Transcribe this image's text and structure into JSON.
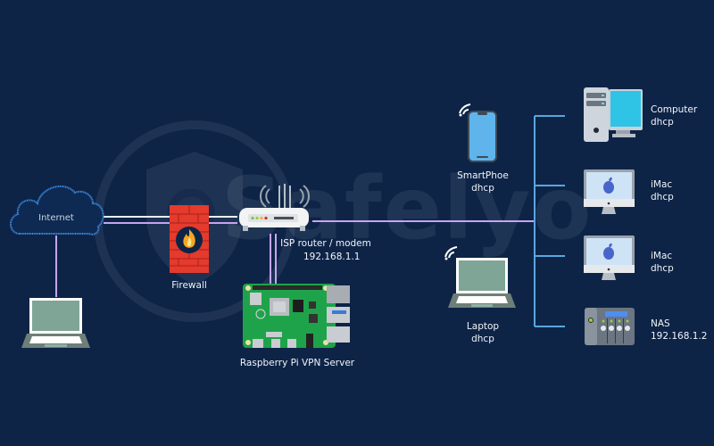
{
  "watermark": {
    "text": "Safelyo"
  },
  "colors": {
    "background": "#0d2447",
    "link_white": "#e8eef8",
    "link_purple": "#c7a4f0",
    "lan_bracket": "#5aa6e0",
    "cloud_stroke": "#3f8fe6",
    "firewall_red": "#e53a2c"
  },
  "nodes": {
    "internet": {
      "label": "Internet",
      "icon": "cloud-icon"
    },
    "firewall": {
      "label": "Firewall",
      "icon": "firewall-icon"
    },
    "router": {
      "label": "ISP router / modem",
      "ip": "192.168.1.1",
      "icon": "router-icon"
    },
    "raspberry_pi": {
      "label": "Raspberry Pi VPN Server",
      "icon": "raspberry-pi-board-icon"
    },
    "remote_laptop": {
      "icon": "laptop-icon"
    },
    "smartphone": {
      "label": "SmartPhoe",
      "sub": "dhcp",
      "icon": "smartphone-icon"
    },
    "laptop": {
      "label": "Laptop",
      "sub": "dhcp",
      "icon": "laptop-icon"
    },
    "lan_devices": [
      {
        "label": "Computer",
        "sub": "dhcp",
        "icon": "desktop-computer-icon"
      },
      {
        "label": "iMac",
        "sub": "dhcp",
        "icon": "imac-icon"
      },
      {
        "label": "iMac",
        "sub": "dhcp",
        "icon": "imac-icon"
      },
      {
        "label": "NAS",
        "sub": "192.168.1.2",
        "icon": "nas-icon"
      }
    ]
  }
}
